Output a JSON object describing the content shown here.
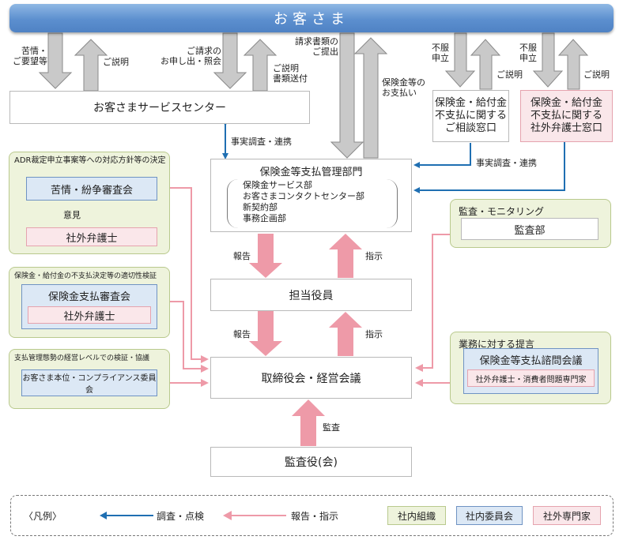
{
  "banner": "お客さま",
  "top_labels": {
    "complaints": "苦情・\nご要望等",
    "explain1": "ご説明",
    "requests": "ご請求の\nお申し出・照会",
    "explain_docs": "ご説明\n書類送付",
    "submit_docs": "請求書類の\nご提出",
    "payment": "保険金等の\nお支払い",
    "dissat1": "不服\n申立",
    "explain2": "ご説明",
    "dissat2": "不服\n申立",
    "explain3": "ご説明"
  },
  "service_center": "お客さまサービスセンター",
  "fact_check_left": "事実調査・連携",
  "fact_check_right": "事実調査・連携",
  "consult_internal": "保険金・給付金\n不支払に関する\nご相談窓口",
  "consult_external": "保険金・給付金\n不支払に関する\n社外弁護士窓口",
  "mgmt": {
    "title": "保険金等支払管理部門",
    "depts": [
      "保険金サービス部",
      "お客さまコンタクトセンター部",
      "新契約部",
      "事務企画部"
    ]
  },
  "left_groups": {
    "adr": {
      "title": "ADR裁定申立事案等への対応方針等の決定",
      "committee": "苦情・紛争審査会",
      "opinion": "意見",
      "lawyer": "社外弁護士"
    },
    "nonpay": {
      "title": "保険金・給付金の不支払決定等の適切性検証",
      "committee": "保険金支払審査会",
      "lawyer": "社外弁護士"
    },
    "posture": {
      "title": "支払管理態勢の経営レベルでの検証・協議",
      "committee": "お客さま本位・コンプライアンス委員会"
    }
  },
  "right_groups": {
    "audit": {
      "title": "監査・モニタリング",
      "dept": "監査部"
    },
    "advice": {
      "title": "業務に対する提言",
      "council": "保険金等支払諮問会議",
      "members": "社外弁護士・消費者問題専門家"
    }
  },
  "flows": {
    "report1": "報告",
    "instruct1": "指示",
    "report2": "報告",
    "instruct2": "指示",
    "audit": "監査"
  },
  "officer": "担当役員",
  "board": "取締役会・経営会議",
  "auditor": "監査役(会)",
  "legend": {
    "title": "〈凡例〉",
    "investigate": "調査・点検",
    "report": "報告・指示",
    "internal_org": "社内組織",
    "internal_committee": "社内委員会",
    "external_expert": "社外専門家"
  },
  "colors": {
    "blue_arrow": "#1f6fb2",
    "pink_arrow": "#ee9aa8",
    "gray_arrow": "#c8c8c8",
    "banner": "#5c8fcf"
  }
}
